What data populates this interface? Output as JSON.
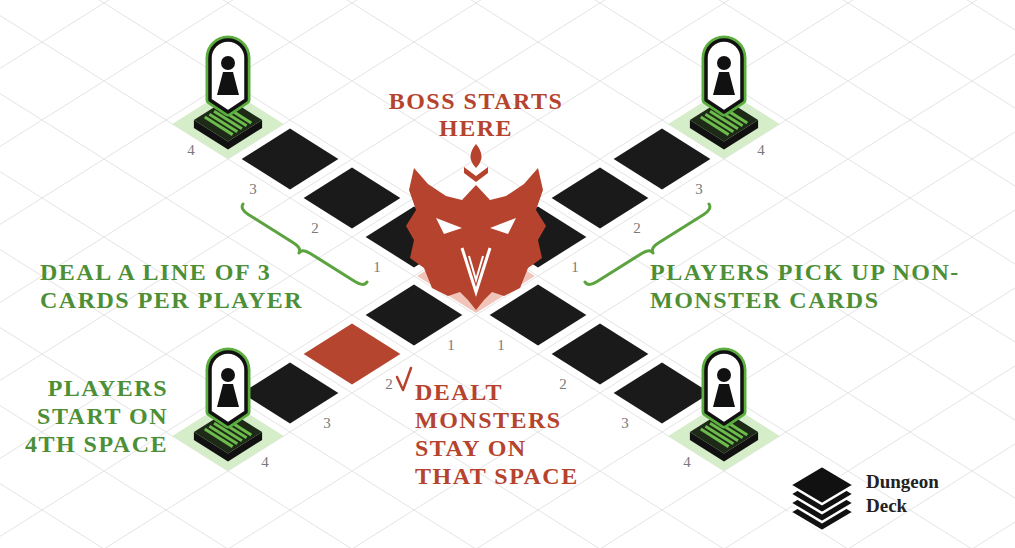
{
  "diagram": {
    "labels": [
      "BOSS STARTS HERE",
      "DEAL A LINE OF 3 CARDS PER PLAYER",
      "PLAYERS PICK UP NON-MONSTER CARDS",
      "PLAYERS START ON 4TH SPACE",
      "DEALT MONSTERS STAY ON THAT SPACE",
      "Dungeon Deck",
      "4",
      "3",
      "2",
      "1",
      "4",
      "3",
      "2",
      "1",
      "1",
      "2",
      "3",
      "4",
      "1",
      "2",
      "3",
      "4"
    ]
  }
}
